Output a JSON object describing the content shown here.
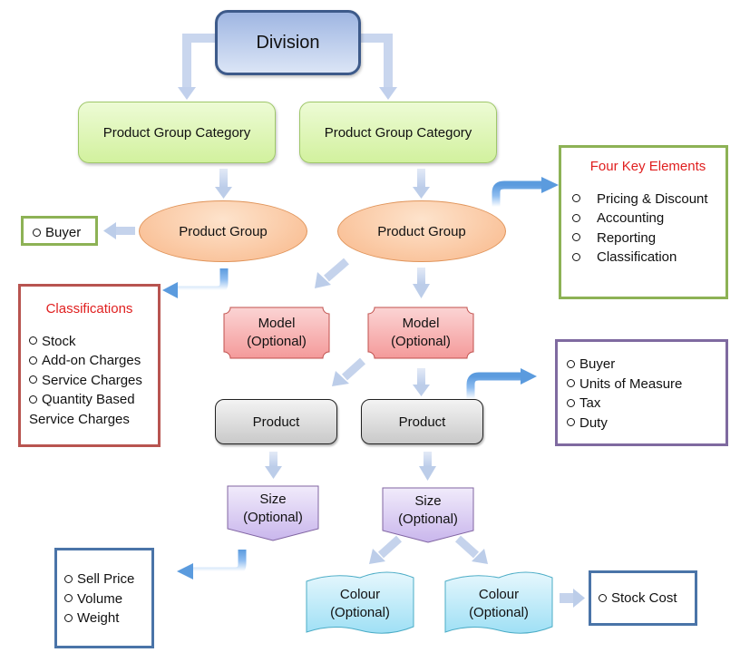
{
  "diagram": {
    "division": "Division",
    "product_group_categories": [
      "Product Group Category",
      "Product Group Category"
    ],
    "product_groups": [
      "Product Group",
      "Product Group"
    ],
    "models": [
      {
        "line1": "Model",
        "line2": "(Optional)"
      },
      {
        "line1": "Model",
        "line2": "(Optional)"
      }
    ],
    "products": [
      "Product",
      "Product"
    ],
    "sizes": [
      {
        "line1": "Size",
        "line2": "(Optional)"
      },
      {
        "line1": "Size",
        "line2": "(Optional)"
      }
    ],
    "colours": [
      {
        "line1": "Colour",
        "line2": "(Optional)"
      },
      {
        "line1": "Colour",
        "line2": "(Optional)"
      }
    ]
  },
  "boxes": {
    "buyer": {
      "items": [
        "Buyer"
      ]
    },
    "four_key_elements": {
      "title": "Four Key Elements",
      "items": [
        "Pricing & Discount",
        "Accounting",
        "Reporting",
        "Classification"
      ]
    },
    "classifications": {
      "title": "Classifications",
      "items": [
        "Stock",
        "Add-on Charges",
        "Service Charges",
        "Quantity Based"
      ],
      "continuation": "Service Charges"
    },
    "product_attributes": {
      "items": [
        "Buyer",
        "Units of Measure",
        "Tax",
        "Duty"
      ]
    },
    "size_attributes": {
      "items": [
        "Sell Price",
        "Volume",
        "Weight"
      ]
    },
    "stock_cost": {
      "items": [
        "Stock Cost"
      ]
    }
  },
  "colors": {
    "division_border": "#3d5a8a",
    "light_arrow": "#c5d3ec",
    "dark_arrow": "#5b9bde",
    "green_border": "#8db255",
    "red_border": "#b85450",
    "purple_border": "#7f6aa0",
    "blue_border": "#4a74a8",
    "title_red": "#e02020"
  }
}
